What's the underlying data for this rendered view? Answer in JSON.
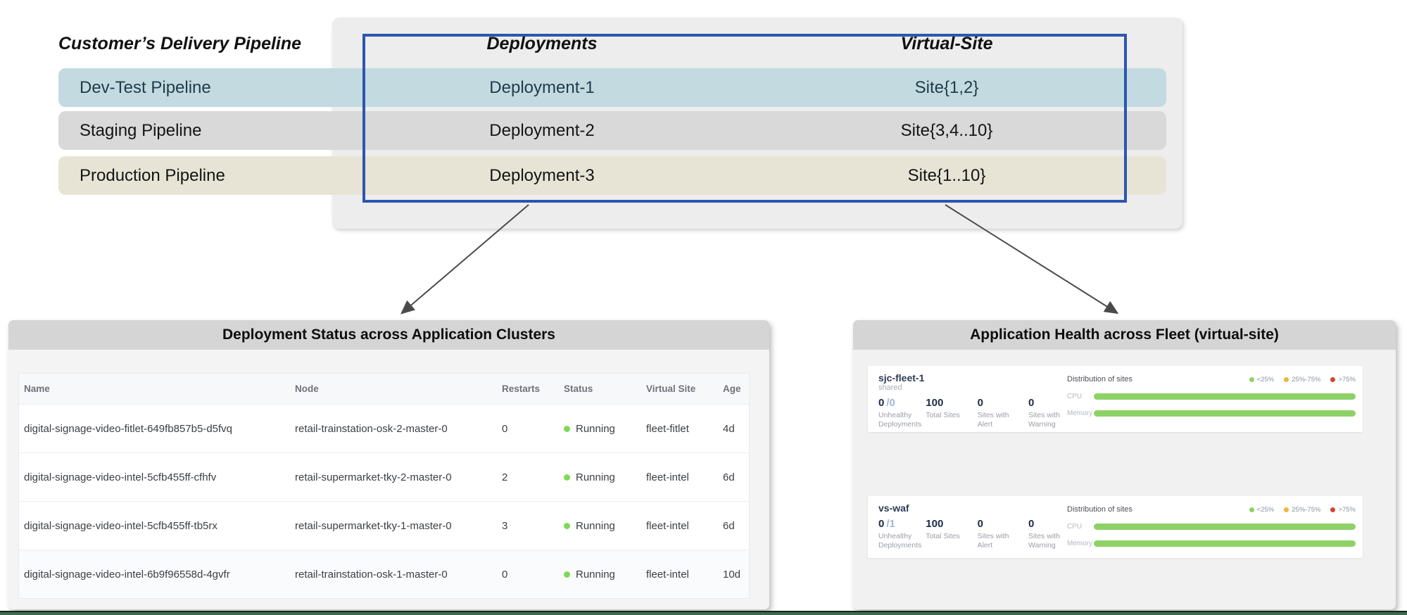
{
  "pipeline_table": {
    "title": "Customer’s Delivery Pipeline",
    "columns": {
      "deployments": "Deployments",
      "virtual_site": "Virtual-Site"
    },
    "rows": [
      {
        "pipeline": "Dev-Test Pipeline",
        "deployment": "Deployment-1",
        "site": "Site{1,2}",
        "bg": "#c3dae1",
        "fg": "#1e3c48"
      },
      {
        "pipeline": "Staging Pipeline",
        "deployment": "Deployment-2",
        "site": "Site{3,4..10}",
        "bg": "#d9d9d9",
        "fg": "#141414"
      },
      {
        "pipeline": "Production Pipeline",
        "deployment": "Deployment-3",
        "site": "Site{1..10}",
        "bg": "#e8e4d5",
        "fg": "#141414"
      }
    ],
    "highlight_border_color": "#2d56ae"
  },
  "deployment_status_panel": {
    "title": "Deployment Status across Application Clusters",
    "table": {
      "headers": [
        "Name",
        "Node",
        "Restarts",
        "Status",
        "Virtual Site",
        "Age"
      ],
      "status_dot_color": "#7ed957",
      "rows": [
        {
          "name": "digital-signage-video-fitlet-649fb857b5-d5fvq",
          "node": "retail-trainstation-osk-2-master-0",
          "restarts": "0",
          "status": "Running",
          "virtual_site": "fleet-fitlet",
          "age": "4d"
        },
        {
          "name": "digital-signage-video-intel-5cfb455ff-cfhfv",
          "node": "retail-supermarket-tky-2-master-0",
          "restarts": "2",
          "status": "Running",
          "virtual_site": "fleet-intel",
          "age": "6d"
        },
        {
          "name": "digital-signage-video-intel-5cfb455ff-tb5rx",
          "node": "retail-supermarket-tky-1-master-0",
          "restarts": "3",
          "status": "Running",
          "virtual_site": "fleet-intel",
          "age": "6d"
        },
        {
          "name": "digital-signage-video-intel-6b9f96558d-4gvfr",
          "node": "retail-trainstation-osk-1-master-0",
          "restarts": "0",
          "status": "Running",
          "virtual_site": "fleet-intel",
          "age": "10d"
        }
      ]
    }
  },
  "app_health_panel": {
    "title": "Application Health across Fleet (virtual-site)",
    "cards": [
      {
        "name": "sjc-fleet-1",
        "subtitle": "shared",
        "stats": [
          {
            "value": "0",
            "suffix": "/0",
            "label": "Unhealthy Deployments"
          },
          {
            "value": "100",
            "suffix": "",
            "label": "Total Sites"
          },
          {
            "value": "0",
            "suffix": "",
            "label": "Sites with Alert"
          },
          {
            "value": "0",
            "suffix": "",
            "label": "Sites with Warning"
          }
        ],
        "distribution": {
          "title": "Distribution of sites",
          "legend": [
            {
              "label": "<25%",
              "color": "#8ed167"
            },
            {
              "label": "25%-75%",
              "color": "#edb63e"
            },
            {
              "label": ">75%",
              "color": "#cf4632"
            }
          ],
          "bars": [
            {
              "label": "CPU",
              "percent": 100,
              "color": "#8ed167"
            },
            {
              "label": "Memory",
              "percent": 100,
              "color": "#8ed167"
            }
          ]
        }
      },
      {
        "name": "vs-waf",
        "subtitle": "",
        "stats": [
          {
            "value": "0",
            "suffix": "/1",
            "label": "Unhealthy Deployments"
          },
          {
            "value": "100",
            "suffix": "",
            "label": "Total Sites"
          },
          {
            "value": "0",
            "suffix": "",
            "label": "Sites with Alert"
          },
          {
            "value": "0",
            "suffix": "",
            "label": "Sites with Warning"
          }
        ],
        "distribution": {
          "title": "Distribution of sites",
          "legend": [
            {
              "label": "<25%",
              "color": "#8ed167"
            },
            {
              "label": "25%-75%",
              "color": "#edb63e"
            },
            {
              "label": ">75%",
              "color": "#cf4632"
            }
          ],
          "bars": [
            {
              "label": "CPU",
              "percent": 100,
              "color": "#8ed167"
            },
            {
              "label": "Memory",
              "percent": 100,
              "color": "#8ed167"
            }
          ]
        }
      }
    ]
  },
  "decoration": {
    "bottom_bar_color": "#3f694c"
  }
}
